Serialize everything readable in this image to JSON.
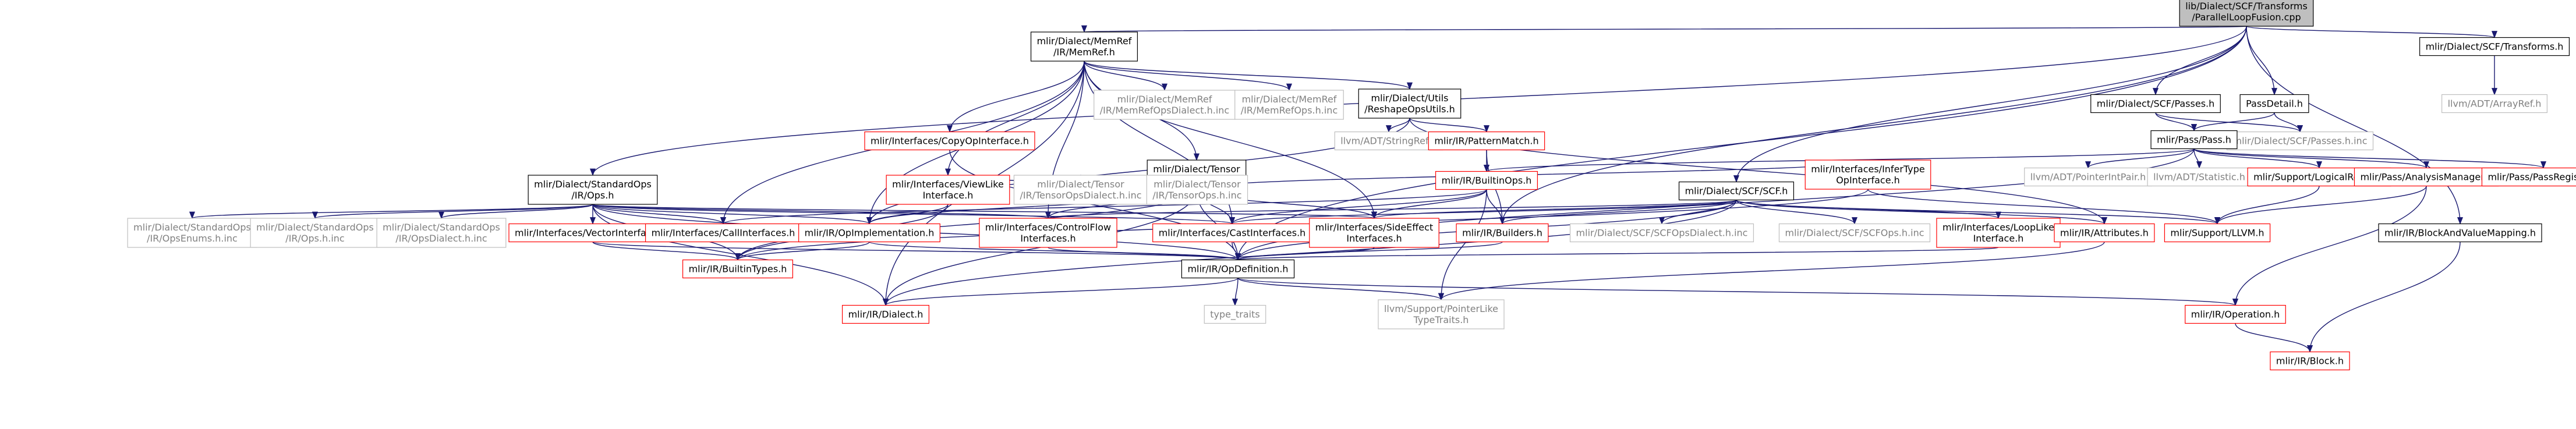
{
  "colors": {
    "edge": "#191970",
    "text": "#000000",
    "root_fill": "#bfbfbf",
    "root_border": "#000000",
    "node_fill": "#ffffff",
    "node_border": "#000000",
    "incomplete_border": "#ff0000",
    "external_border": "#bfbfbf",
    "external_text": "#808080"
  },
  "nodes": [
    {
      "id": "root",
      "lines": [
        "lib/Dialect/SCF/Transforms",
        "/ParallelLoopFusion.cpp"
      ],
      "kind": "root"
    },
    {
      "id": "memref",
      "lines": [
        "mlir/Dialect/MemRef",
        "/IR/MemRef.h"
      ],
      "kind": "normal"
    },
    {
      "id": "standardops",
      "lines": [
        "mlir/Dialect/StandardOps",
        "/IR/Ops.h"
      ],
      "kind": "normal"
    },
    {
      "id": "scf",
      "lines": [
        "mlir/Dialect/SCF/SCF.h"
      ],
      "kind": "normal"
    },
    {
      "id": "scfpasses",
      "lines": [
        "mlir/Dialect/SCF/Passes.h"
      ],
      "kind": "normal"
    },
    {
      "id": "passdetail",
      "lines": [
        "PassDetail.h"
      ],
      "kind": "normal"
    },
    {
      "id": "scftransforms",
      "lines": [
        "mlir/Dialect/SCF/Transforms.h"
      ],
      "kind": "normal"
    },
    {
      "id": "memrefopsdialect",
      "lines": [
        "mlir/Dialect/MemRef",
        "/IR/MemRefOpsDialect.h.inc"
      ],
      "kind": "external"
    },
    {
      "id": "memrefops",
      "lines": [
        "mlir/Dialect/MemRef",
        "/IR/MemRefOps.h.inc"
      ],
      "kind": "external"
    },
    {
      "id": "reshapeutils",
      "lines": [
        "mlir/Dialect/Utils",
        "/ReshapeOpsUtils.h"
      ],
      "kind": "normal"
    },
    {
      "id": "arrayref",
      "lines": [
        "llvm/ADT/ArrayRef.h"
      ],
      "kind": "external"
    },
    {
      "id": "scfpassesinc",
      "lines": [
        "mlir/Dialect/SCF/Passes.h.inc"
      ],
      "kind": "external"
    },
    {
      "id": "pass",
      "lines": [
        "mlir/Pass/Pass.h"
      ],
      "kind": "normal"
    },
    {
      "id": "copyop",
      "lines": [
        "mlir/Interfaces/CopyOpInterface.h"
      ],
      "kind": "incomplete"
    },
    {
      "id": "tensor",
      "lines": [
        "mlir/Dialect/Tensor",
        "/IR/Tensor.h"
      ],
      "kind": "normal"
    },
    {
      "id": "stringref",
      "lines": [
        "llvm/ADT/StringRef.h"
      ],
      "kind": "external"
    },
    {
      "id": "patternmatch",
      "lines": [
        "mlir/IR/PatternMatch.h"
      ],
      "kind": "incomplete"
    },
    {
      "id": "infertype",
      "lines": [
        "mlir/Interfaces/InferType",
        "OpInterface.h"
      ],
      "kind": "incomplete"
    },
    {
      "id": "builtinops",
      "lines": [
        "mlir/IR/BuiltinOps.h"
      ],
      "kind": "incomplete"
    },
    {
      "id": "pointerintpair",
      "lines": [
        "llvm/ADT/PointerIntPair.h"
      ],
      "kind": "external"
    },
    {
      "id": "statistic",
      "lines": [
        "llvm/ADT/Statistic.h"
      ],
      "kind": "external"
    },
    {
      "id": "logicalresult",
      "lines": [
        "mlir/Support/LogicalResult.h"
      ],
      "kind": "incomplete"
    },
    {
      "id": "analysismanager",
      "lines": [
        "mlir/Pass/AnalysisManager.h"
      ],
      "kind": "incomplete"
    },
    {
      "id": "passregistry",
      "lines": [
        "mlir/Pass/PassRegistry.h"
      ],
      "kind": "incomplete"
    },
    {
      "id": "viewlike",
      "lines": [
        "mlir/Interfaces/ViewLike",
        "Interface.h"
      ],
      "kind": "incomplete"
    },
    {
      "id": "tensoropsdialect",
      "lines": [
        "mlir/Dialect/Tensor",
        "/IR/TensorOpsDialect.h.inc"
      ],
      "kind": "external"
    },
    {
      "id": "tensorops",
      "lines": [
        "mlir/Dialect/Tensor",
        "/IR/TensorOps.h.inc"
      ],
      "kind": "external"
    },
    {
      "id": "stdopsenums",
      "lines": [
        "mlir/Dialect/StandardOps",
        "/IR/OpsEnums.h.inc"
      ],
      "kind": "external"
    },
    {
      "id": "stdopsinc",
      "lines": [
        "mlir/Dialect/StandardOps",
        "/IR/Ops.h.inc"
      ],
      "kind": "external"
    },
    {
      "id": "stdopsdialect",
      "lines": [
        "mlir/Dialect/StandardOps",
        "/IR/OpsDialect.h.inc"
      ],
      "kind": "external"
    },
    {
      "id": "vectorif",
      "lines": [
        "mlir/Interfaces/VectorInterfaces.h"
      ],
      "kind": "incomplete"
    },
    {
      "id": "callif",
      "lines": [
        "mlir/Interfaces/CallInterfaces.h"
      ],
      "kind": "incomplete"
    },
    {
      "id": "opimpl",
      "lines": [
        "mlir/IR/OpImplementation.h"
      ],
      "kind": "incomplete"
    },
    {
      "id": "controlflow",
      "lines": [
        "mlir/Interfaces/ControlFlow",
        "Interfaces.h"
      ],
      "kind": "incomplete"
    },
    {
      "id": "castif",
      "lines": [
        "mlir/Interfaces/CastInterfaces.h"
      ],
      "kind": "incomplete"
    },
    {
      "id": "sideeffect",
      "lines": [
        "mlir/Interfaces/SideEffect",
        "Interfaces.h"
      ],
      "kind": "incomplete"
    },
    {
      "id": "builders",
      "lines": [
        "mlir/IR/Builders.h"
      ],
      "kind": "incomplete"
    },
    {
      "id": "scfopsdialect",
      "lines": [
        "mlir/Dialect/SCF/SCFOpsDialect.h.inc"
      ],
      "kind": "external"
    },
    {
      "id": "scfopsinc",
      "lines": [
        "mlir/Dialect/SCF/SCFOps.h.inc"
      ],
      "kind": "external"
    },
    {
      "id": "looplike",
      "lines": [
        "mlir/Interfaces/LoopLike",
        "Interface.h"
      ],
      "kind": "incomplete"
    },
    {
      "id": "attributes",
      "lines": [
        "mlir/IR/Attributes.h"
      ],
      "kind": "incomplete"
    },
    {
      "id": "supportllvm",
      "lines": [
        "mlir/Support/LLVM.h"
      ],
      "kind": "incomplete"
    },
    {
      "id": "blockvaluemap",
      "lines": [
        "mlir/IR/BlockAndValueMapping.h"
      ],
      "kind": "normal"
    },
    {
      "id": "builtintypes",
      "lines": [
        "mlir/IR/BuiltinTypes.h"
      ],
      "kind": "incomplete"
    },
    {
      "id": "opdefinition",
      "lines": [
        "mlir/IR/OpDefinition.h"
      ],
      "kind": "normal"
    },
    {
      "id": "dialect",
      "lines": [
        "mlir/IR/Dialect.h"
      ],
      "kind": "incomplete"
    },
    {
      "id": "typetraits",
      "lines": [
        "type_traits"
      ],
      "kind": "external"
    },
    {
      "id": "pointerliketypetraits",
      "lines": [
        "llvm/Support/PointerLike",
        "TypeTraits.h"
      ],
      "kind": "external"
    },
    {
      "id": "operation",
      "lines": [
        "mlir/IR/Operation.h"
      ],
      "kind": "incomplete"
    },
    {
      "id": "block",
      "lines": [
        "mlir/IR/Block.h"
      ],
      "kind": "incomplete"
    }
  ],
  "edges": [
    [
      "root",
      "memref"
    ],
    [
      "root",
      "standardops"
    ],
    [
      "root",
      "scf"
    ],
    [
      "root",
      "scfpasses"
    ],
    [
      "root",
      "passdetail"
    ],
    [
      "root",
      "scftransforms"
    ],
    [
      "root",
      "builders"
    ],
    [
      "root",
      "opdefinition"
    ],
    [
      "root",
      "blockvaluemap"
    ],
    [
      "memref",
      "memrefopsdialect"
    ],
    [
      "memref",
      "memrefops"
    ],
    [
      "memref",
      "reshapeutils"
    ],
    [
      "memref",
      "copyop"
    ],
    [
      "memref",
      "tensor"
    ],
    [
      "memref",
      "viewlike"
    ],
    [
      "memref",
      "callif"
    ],
    [
      "memref",
      "castif"
    ],
    [
      "memref",
      "sideeffect"
    ],
    [
      "memref",
      "controlflow"
    ],
    [
      "memref",
      "dialect"
    ],
    [
      "memref",
      "opimpl"
    ],
    [
      "scftransforms",
      "arrayref"
    ],
    [
      "scfpasses",
      "pass"
    ],
    [
      "scfpasses",
      "scfpassesinc"
    ],
    [
      "passdetail",
      "pass"
    ],
    [
      "passdetail",
      "scfpassesinc"
    ],
    [
      "reshapeutils",
      "stringref"
    ],
    [
      "reshapeutils",
      "patternmatch"
    ],
    [
      "reshapeutils",
      "opimpl"
    ],
    [
      "reshapeutils",
      "attributes"
    ],
    [
      "copyop",
      "opdefinition"
    ],
    [
      "tensor",
      "tensoropsdialect"
    ],
    [
      "tensor",
      "tensorops"
    ],
    [
      "tensor",
      "infertype"
    ],
    [
      "tensor",
      "viewlike"
    ],
    [
      "tensor",
      "controlflow"
    ],
    [
      "tensor",
      "castif"
    ],
    [
      "tensor",
      "sideeffect"
    ],
    [
      "tensor",
      "opimpl"
    ],
    [
      "tensor",
      "builtintypes"
    ],
    [
      "tensor",
      "opdefinition"
    ],
    [
      "tensor",
      "dialect"
    ],
    [
      "patternmatch",
      "builtinops"
    ],
    [
      "patternmatch",
      "builders"
    ],
    [
      "pass",
      "pointerintpair"
    ],
    [
      "pass",
      "statistic"
    ],
    [
      "pass",
      "logicalresult"
    ],
    [
      "pass",
      "analysismanager"
    ],
    [
      "pass",
      "passregistry"
    ],
    [
      "pass",
      "builtinops"
    ],
    [
      "pass",
      "opdefinition"
    ],
    [
      "analysismanager",
      "supportllvm"
    ],
    [
      "analysismanager",
      "operation"
    ],
    [
      "logicalresult",
      "supportllvm"
    ],
    [
      "infertype",
      "supportllvm"
    ],
    [
      "infertype",
      "builtintypes"
    ],
    [
      "builtinops",
      "sideeffect"
    ],
    [
      "builtinops",
      "callif"
    ],
    [
      "builtinops",
      "castif"
    ],
    [
      "builtinops",
      "builders"
    ],
    [
      "builtinops",
      "pointerliketypetraits"
    ],
    [
      "standardops",
      "stdopsenums"
    ],
    [
      "standardops",
      "stdopsinc"
    ],
    [
      "standardops",
      "stdopsdialect"
    ],
    [
      "standardops",
      "vectorif"
    ],
    [
      "standardops",
      "callif"
    ],
    [
      "standardops",
      "opimpl"
    ],
    [
      "standardops",
      "controlflow"
    ],
    [
      "standardops",
      "castif"
    ],
    [
      "standardops",
      "sideeffect"
    ],
    [
      "standardops",
      "builtintypes"
    ],
    [
      "standardops",
      "dialect"
    ],
    [
      "standardops",
      "opdefinition"
    ],
    [
      "scf",
      "builders"
    ],
    [
      "scf",
      "scfopsdialect"
    ],
    [
      "scf",
      "scfopsinc"
    ],
    [
      "scf",
      "looplike"
    ],
    [
      "scf",
      "attributes"
    ],
    [
      "scf",
      "supportllvm"
    ],
    [
      "scf",
      "sideeffect"
    ],
    [
      "scf",
      "controlflow"
    ],
    [
      "scf",
      "castif"
    ],
    [
      "scf",
      "opdefinition"
    ],
    [
      "scf",
      "dialect"
    ],
    [
      "viewlike",
      "opimpl"
    ],
    [
      "viewlike",
      "builtintypes"
    ],
    [
      "vectorif",
      "builtintypes"
    ],
    [
      "vectorif",
      "opdefinition"
    ],
    [
      "opimpl",
      "builtintypes"
    ],
    [
      "opimpl",
      "opdefinition"
    ],
    [
      "controlflow",
      "opdefinition"
    ],
    [
      "castif",
      "opdefinition"
    ],
    [
      "sideeffect",
      "opdefinition"
    ],
    [
      "builders",
      "opdefinition"
    ],
    [
      "looplike",
      "opdefinition"
    ],
    [
      "attributes",
      "pointerliketypetraits"
    ],
    [
      "opdefinition",
      "dialect"
    ],
    [
      "opdefinition",
      "typetraits"
    ],
    [
      "opdefinition",
      "pointerliketypetraits"
    ],
    [
      "opdefinition",
      "operation"
    ],
    [
      "operation",
      "block"
    ],
    [
      "blockvaluemap",
      "block"
    ]
  ]
}
